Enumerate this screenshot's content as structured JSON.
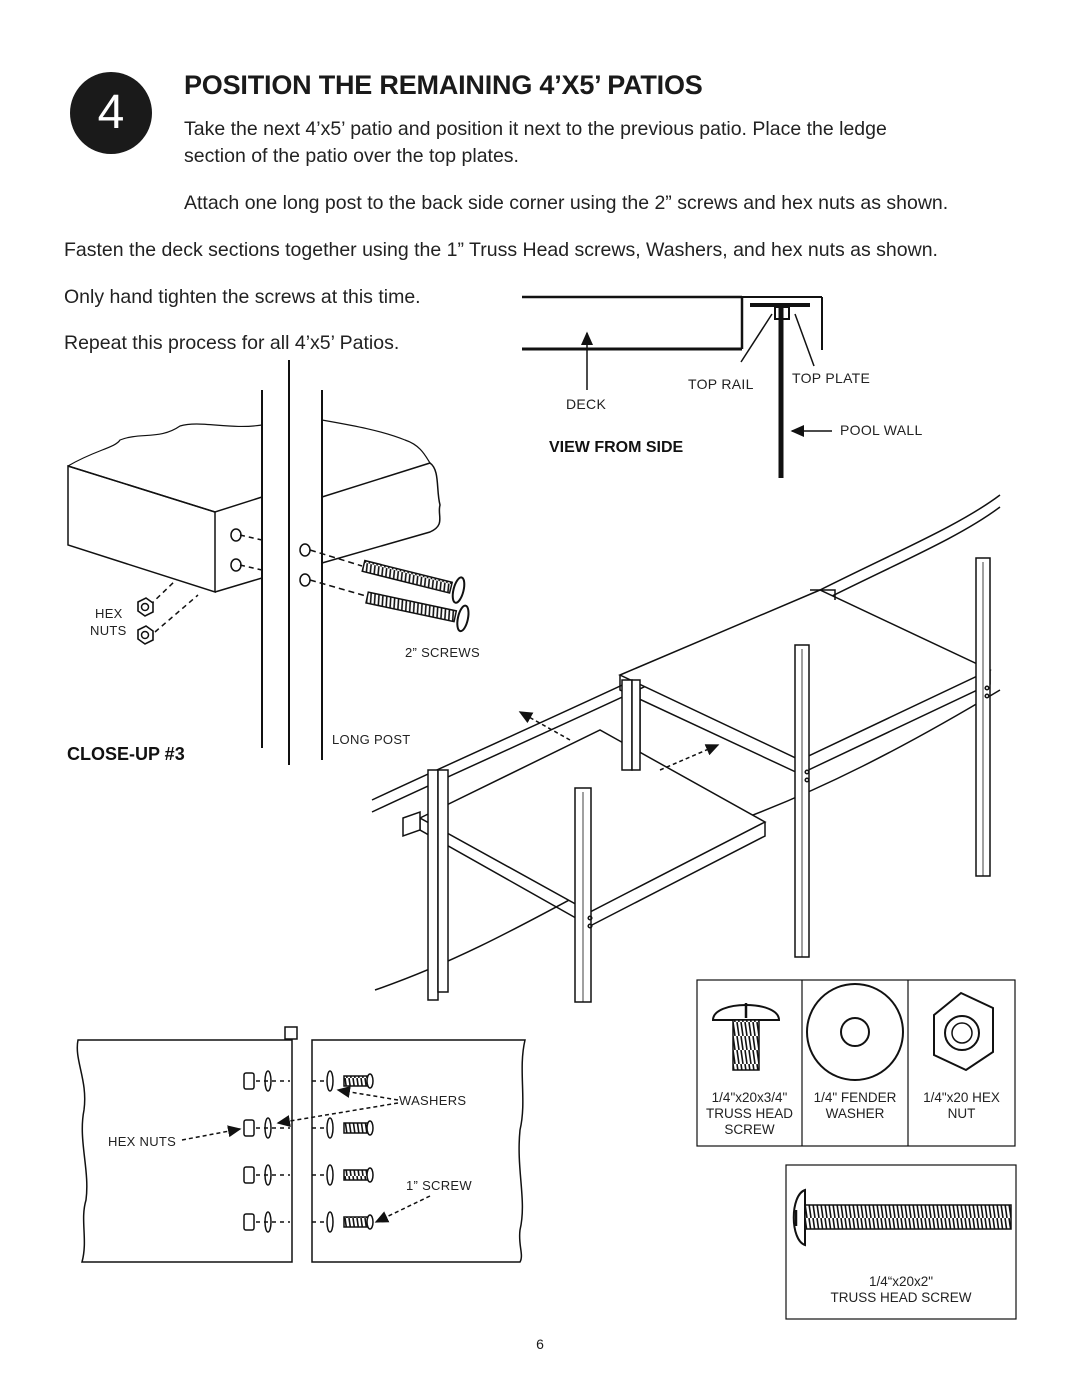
{
  "step": {
    "number": "4",
    "title": "POSITION THE REMAINING 4’X5’ PATIOS"
  },
  "instructions": {
    "p1_line1": "Take the next 4’x5’ patio and position it next to the previous patio. Place the ledge",
    "p1_line2": "section of the patio over the top plates.",
    "p2": "Attach one long post to the back side corner using the 2” screws and hex nuts as shown.",
    "p3": "Fasten the deck sections together using the 1” Truss Head screws, Washers, and hex nuts as shown.",
    "p4": "Only hand tighten the screws at this time.",
    "p5": "Repeat this process for all 4’x5’ Patios."
  },
  "side_view": {
    "deck": "DECK",
    "top_rail": "TOP RAIL",
    "top_plate": "TOP PLATE",
    "pool_wall": "POOL WALL",
    "caption": "VIEW FROM SIDE"
  },
  "closeup": {
    "hex_nuts_l1": "HEX",
    "hex_nuts_l2": "NUTS",
    "screws": "2” SCREWS",
    "long_post": "LONG POST",
    "caption": "CLOSE-UP #3"
  },
  "fastening": {
    "washers": "WASHERS",
    "hex_nuts": "HEX NUTS",
    "screw": "1” SCREW"
  },
  "hardware": [
    {
      "l1": "1/4\"x20x3/4\"",
      "l2": "TRUSS HEAD",
      "l3": "SCREW"
    },
    {
      "l1": "1/4\" FENDER",
      "l2": "WASHER",
      "l3": ""
    },
    {
      "l1": "1/4\"x20 HEX",
      "l2": "NUT",
      "l3": ""
    }
  ],
  "long_screw": {
    "l1": "1/4“x20x2\"",
    "l2": "TRUSS HEAD SCREW"
  },
  "page_number": "6"
}
